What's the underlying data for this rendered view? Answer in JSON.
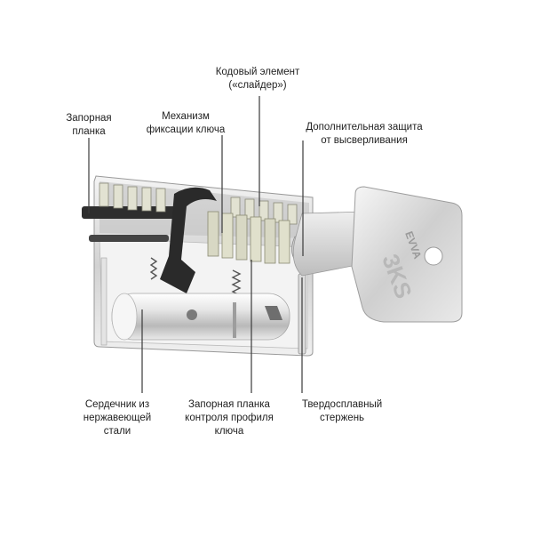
{
  "labels": {
    "locking_bar_top": "Запорная\nпланка",
    "key_fixation": "Механизм\nфиксации ключа",
    "code_element": "Кодовый элемент\n(«слайдер»)",
    "anti_drill": "Дополнительная защита\nот высверливания",
    "stainless_core": "Сердечник из\nнержавеющей\nстали",
    "profile_bar": "Запорная планка\nконтроля профиля\nключа",
    "hard_pin": "Твердосплавный\nстержень"
  },
  "key_brand": "EVVA",
  "key_text": "3KS",
  "colors": {
    "leader": "#3a3a3a",
    "metal_light": "#eeeeee",
    "metal_mid": "#c4c4c4",
    "metal_dark": "#8f8f8f",
    "plastic": "#2b2b2b",
    "slider": "#d9d9c8",
    "text": "#1f1f1f"
  }
}
